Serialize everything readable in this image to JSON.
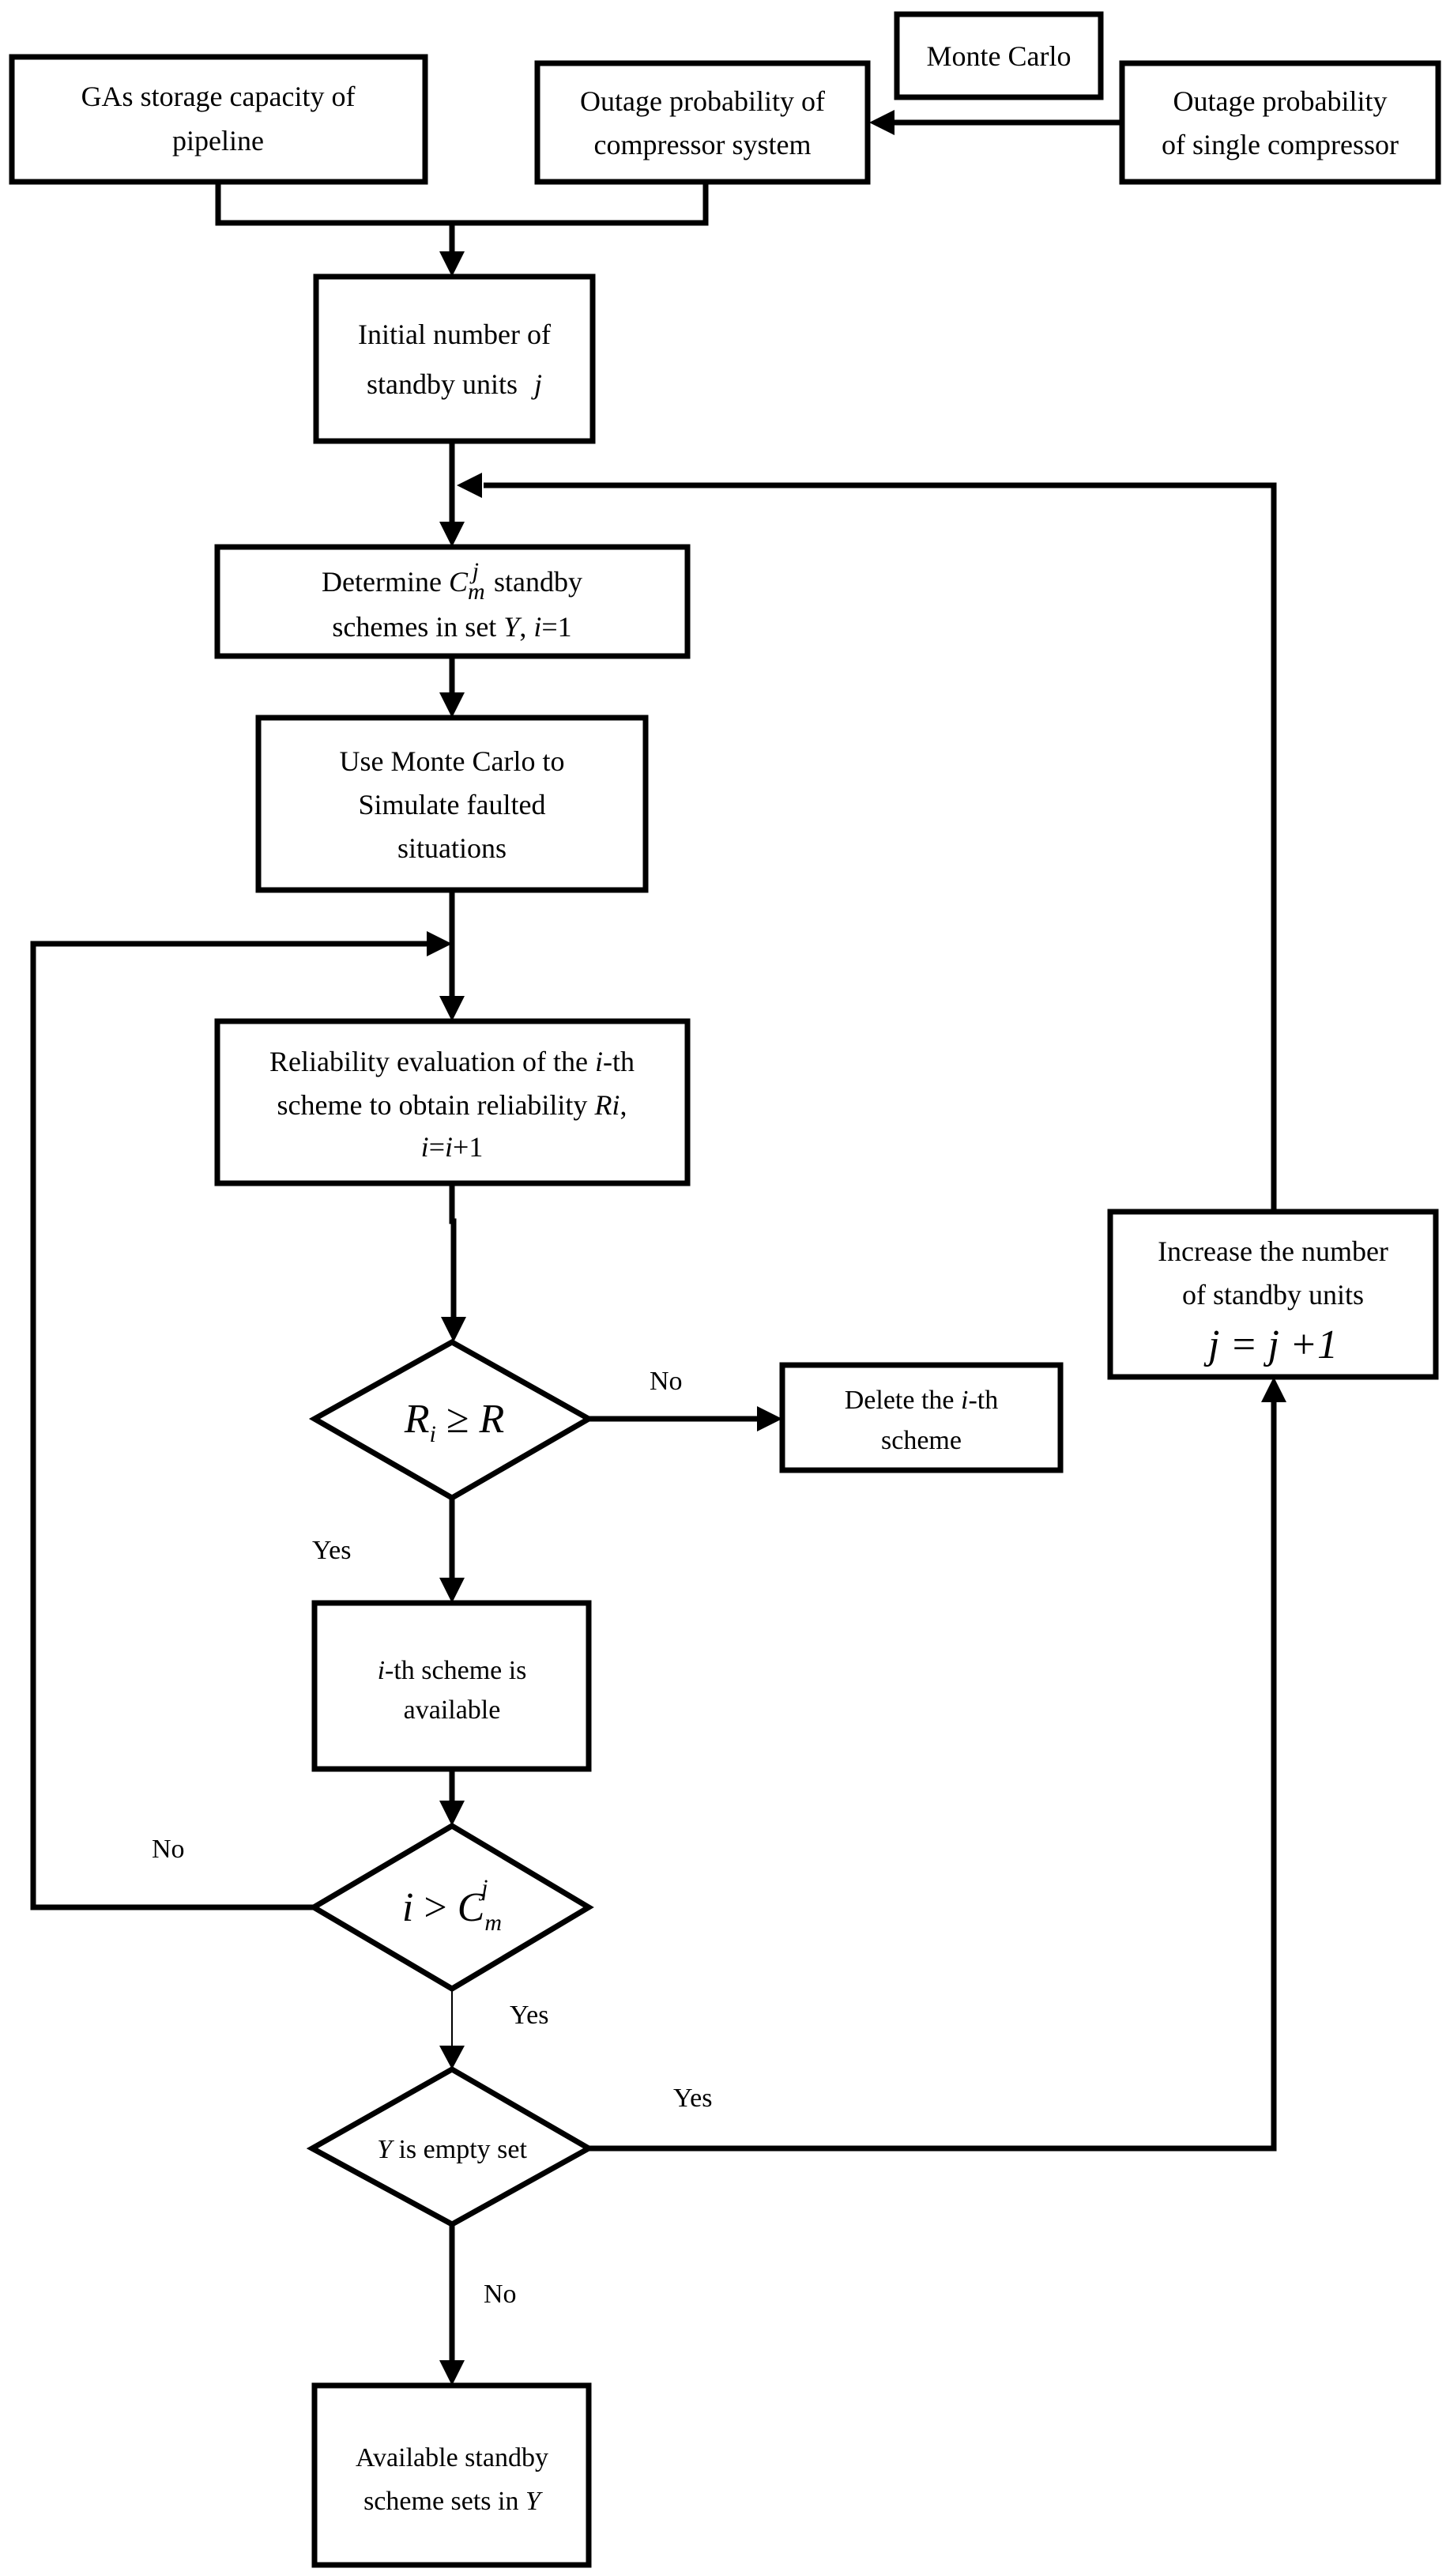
{
  "nodes": {
    "gas_storage": [
      "GAs storage capacity of",
      "pipeline"
    ],
    "monte_carlo_top": "Monte Carlo",
    "outage_system": [
      "Outage probability of",
      "compressor system"
    ],
    "outage_single": [
      "Outage probability",
      "of single compressor"
    ],
    "initial_standby": {
      "line1": "Initial number of",
      "line2": "standby units",
      "var": "j"
    },
    "determine": {
      "pre": "Determine",
      "C": "C",
      "sub": "m",
      "sup": "j",
      "post": "standby",
      "line2_pre": "schemes in set",
      "Y": "Y",
      "line2_post": ", ",
      "i": "i",
      "eq": "=1"
    },
    "use_monte_carlo": [
      "Use Monte Carlo to",
      "Simulate faulted",
      "situations"
    ],
    "reliability": {
      "line1_pre": "Reliability evaluation of the",
      "line1_i": "i",
      "line1_post": "-th",
      "line2_pre": "scheme to obtain reliability",
      "line2_R": "Ri",
      "line2_post": ",",
      "line3_i1": "i",
      "line3_eq": "=",
      "line3_i2": "i",
      "line3_plus": "+1"
    },
    "decision_ri": {
      "R": "R",
      "sub": "i",
      "op": " ≥ ",
      "R2": "R"
    },
    "delete_scheme": {
      "pre": "Delete the",
      "i": "i",
      "post": "-th",
      "line2": "scheme"
    },
    "increase": {
      "line1": "Increase the number",
      "line2": "of standby units",
      "formula": "j = j +1"
    },
    "available_scheme": {
      "i": "i",
      "line1": "-th scheme is",
      "line2": "available"
    },
    "decision_i": {
      "i": "i",
      "op": " > ",
      "C": "C",
      "sub": "m",
      "sup": "j"
    },
    "decision_y": {
      "Y": "Y",
      "text": " is empty set"
    },
    "final": {
      "line1": "Available standby",
      "line2_pre": "scheme sets in",
      "Y": "Y"
    }
  },
  "labels": {
    "no_delete": "No",
    "yes_ri": "Yes",
    "no_loop": "No",
    "yes_i": "Yes",
    "yes_y": "Yes",
    "no_y": "No"
  }
}
